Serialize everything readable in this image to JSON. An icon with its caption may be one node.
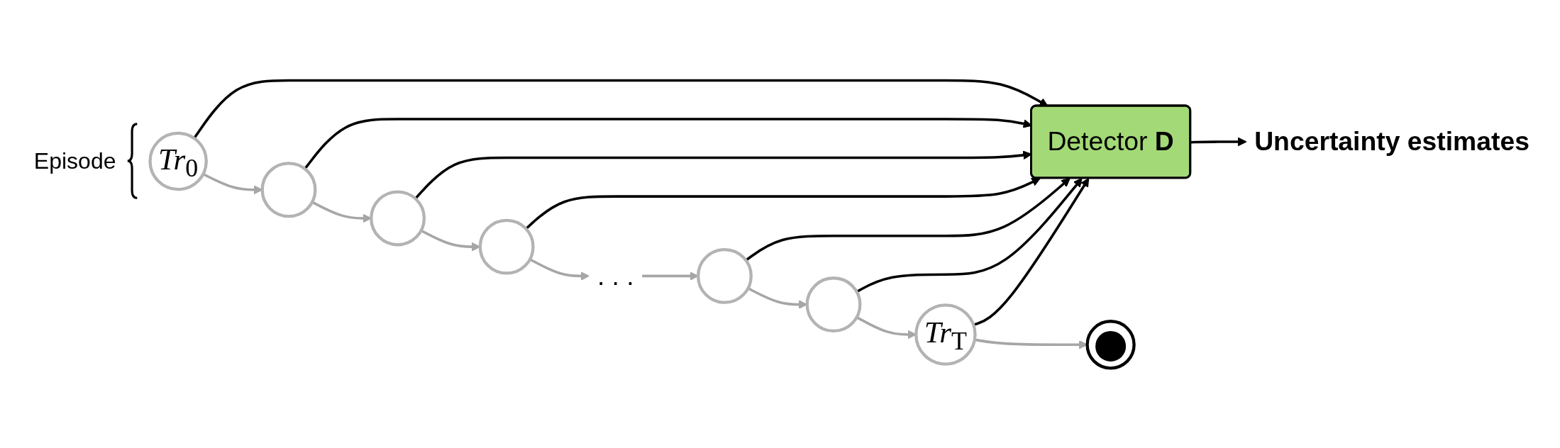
{
  "diagram": {
    "nodes": [
      {
        "text": [
          "Uncertainty estimates"
        ]
      },
      {
        "text": [
          "Detector **D**"
        ]
      },
      {
        "text": [
          "*Tr*$_{0}$"
        ]
      },
      {
        "text": [],
        "shape": "circle"
      },
      {
        "text": [],
        "shape": "circle"
      },
      {
        "text": [],
        "shape": "circle"
      },
      {
        "text": [
          ". . ."
        ]
      },
      {
        "text": [],
        "shape": "circle"
      },
      {
        "text": [],
        "shape": "circle"
      },
      {
        "text": [
          "*Tr*$_{T}$"
        ]
      },
      {
        "text": [],
        "shape": "circle"
      }
    ],
    "edges": [
      {
        "from": 2,
        "to": 3,
        "arrow": "to",
        "color": "#a6a6a6"
      },
      {
        "from": 3,
        "to": 4,
        "arrow": "to",
        "color": "#a6a6a6"
      },
      {
        "from": 4,
        "to": 5,
        "arrow": "to",
        "color": "#a6a6a6"
      },
      {
        "from": 5,
        "to": 6,
        "arrow": "to",
        "color": "#a6a6a6"
      },
      {
        "from": 6,
        "to": 7,
        "arrow": "to",
        "color": "#a6a6a6"
      },
      {
        "from": 7,
        "to": 8,
        "arrow": "to",
        "color": "#a6a6a6"
      },
      {
        "from": 8,
        "to": 9,
        "arrow": "to",
        "color": "#a6a6a6"
      },
      {
        "from": 9,
        "to": 10,
        "arrow": "to",
        "color": "#a6a6a6"
      },
      {
        "from": 2,
        "to": 1,
        "arrow": "to",
        "color": "#000000"
      },
      {
        "from": 3,
        "to": 1,
        "arrow": "to",
        "color": "#000000"
      },
      {
        "from": 4,
        "to": 1,
        "arrow": "to",
        "color": "#000000"
      },
      {
        "from": 5,
        "to": 1,
        "arrow": "to",
        "color": "#000000"
      },
      {
        "from": 7,
        "to": 1,
        "arrow": "to",
        "color": "#000000"
      },
      {
        "from": 8,
        "to": 1,
        "arrow": "to",
        "color": "#000000"
      },
      {
        "from": 9,
        "to": 1,
        "arrow": "to",
        "color": "#000000"
      },
      {
        "from": 1,
        "to": 0,
        "arrow": "to",
        "color": "#000000"
      }
    ],
    "labels": [
      "Episode"
    ]
  }
}
